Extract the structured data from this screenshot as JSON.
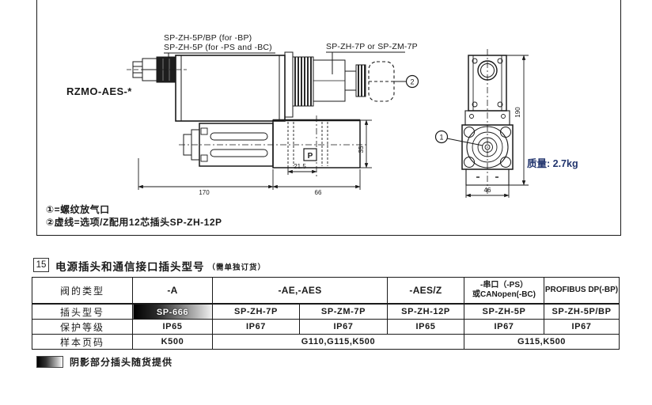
{
  "drawing": {
    "model": "RZMO-AES-*",
    "labels": {
      "left_connector_line1": "SP-ZH-5P/BP (for -BP)",
      "left_connector_line2": "SP-ZH-5P (for -PS and -BC)",
      "right_connector": "SP-ZH-7P or SP-ZM-7P"
    },
    "callouts": {
      "one": "1",
      "two": "2"
    },
    "port_label": "P",
    "mass": "质量: 2.7kg",
    "dimensions": {
      "total_length": "170",
      "block_length": "66",
      "port_offset": "21.5",
      "block_height": "35",
      "side_width": "46",
      "side_height": "190"
    },
    "notes": {
      "note1": "①=螺纹放气口",
      "note2": "②虚线=选项/Z配用12芯插头SP-ZH-12P"
    }
  },
  "section": {
    "number": "15",
    "title": "电源插头和通信接口插头型号",
    "subtitle": "（需单独订货）"
  },
  "table": {
    "row_headers": {
      "type": "阀的类型",
      "connector": "插头型号",
      "protection": "保护等级",
      "page": "样本页码"
    },
    "col_headers": {
      "a": "-A",
      "ae_aes": "-AE,-AES",
      "aes_z": "-AES/Z",
      "ps_bc_line1": "-串口（-PS）",
      "ps_bc_line2": "或CANopen(-BC)",
      "bp": "PROFIBUS DP(-BP)"
    },
    "connectors": {
      "a": "SP-666",
      "ae1": "SP-ZH-7P",
      "ae2": "SP-ZM-7P",
      "aes_z": "SP-ZH-12P",
      "ps_bc": "SP-ZH-5P",
      "bp": "SP-ZH-5P/BP"
    },
    "protection": {
      "a": "IP65",
      "ae1": "IP67",
      "ae2": "IP67",
      "aes_z": "IP65",
      "ps_bc": "IP67",
      "bp": "IP67"
    },
    "pages": {
      "a": "K500",
      "mid": "G110,G115,K500",
      "right": "G115,K500"
    }
  },
  "legend": {
    "text": "阴影部分插头随货提供"
  }
}
